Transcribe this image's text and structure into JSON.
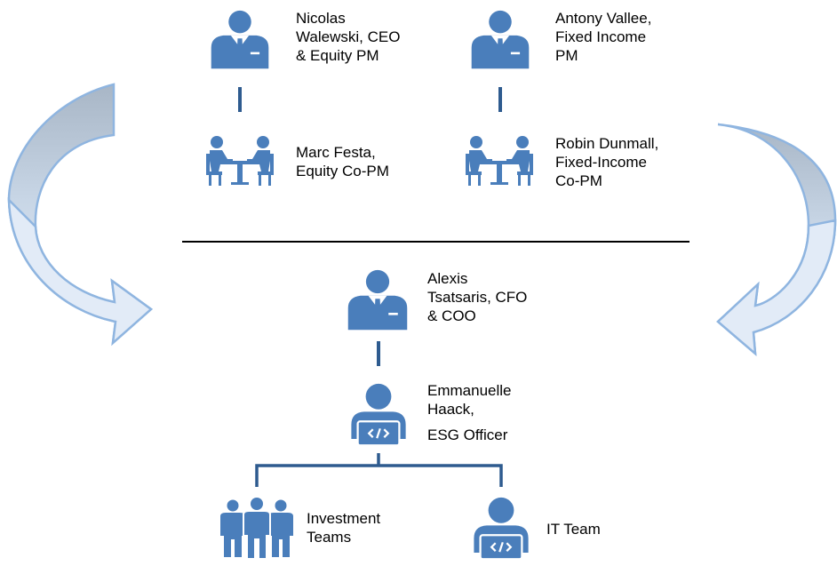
{
  "colors": {
    "icon": "#4a7ebb",
    "connector": "#2e5b8f",
    "arrow_fill_light": "#dbe7f6",
    "arrow_fill_dark": "#a6b4c4",
    "arrow_stroke": "#8fb5e0",
    "divider": "#000000"
  },
  "people": {
    "ceo": {
      "icon": "businessman-icon",
      "lines": [
        "Nicolas",
        "Walewski, CEO",
        "& Equity PM"
      ]
    },
    "fi_pm": {
      "icon": "businessman-icon",
      "lines": [
        "Antony Vallee,",
        "Fixed Income",
        "PM"
      ]
    },
    "equity_copm": {
      "icon": "meeting-icon",
      "lines": [
        "Marc Festa,",
        "Equity Co-PM"
      ]
    },
    "fi_copm": {
      "icon": "meeting-icon",
      "lines": [
        "Robin Dunmall,",
        "Fixed-Income",
        "Co-PM"
      ]
    },
    "cfo": {
      "icon": "businessman-icon",
      "lines": [
        "Alexis",
        "Tsatsaris, CFO",
        "& COO"
      ]
    },
    "esg": {
      "icon": "developer-icon",
      "lines": [
        "Emmanuelle",
        "Haack,",
        "ESG Officer"
      ]
    },
    "investment": {
      "icon": "group-icon",
      "lines": [
        "Investment",
        "Teams"
      ]
    },
    "it": {
      "icon": "developer-icon",
      "lines": [
        "IT Team"
      ]
    }
  }
}
